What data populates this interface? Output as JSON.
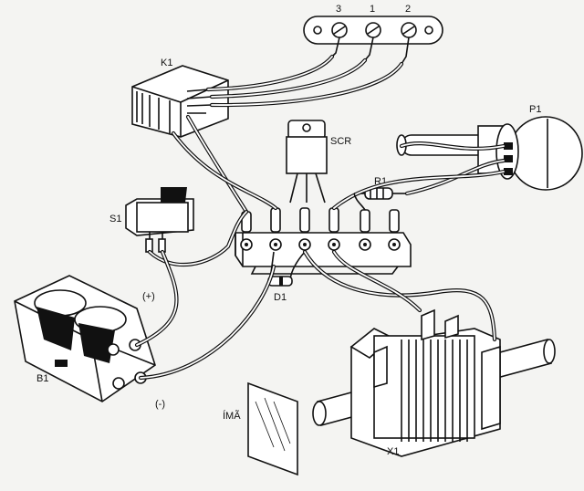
{
  "labels": {
    "k1": "K1",
    "scr": "SCR",
    "p1": "P1",
    "r1": "R1",
    "s1": "S1",
    "d1": "D1",
    "b1": "B1",
    "x1": "X1",
    "ima": "ÍMÃ",
    "plus": "(+)",
    "minus": "(-)",
    "terminal_3": "3",
    "terminal_1": "1",
    "terminal_2": "2"
  },
  "colors": {
    "ink": "#111111",
    "paper": "#f4f4f2"
  }
}
